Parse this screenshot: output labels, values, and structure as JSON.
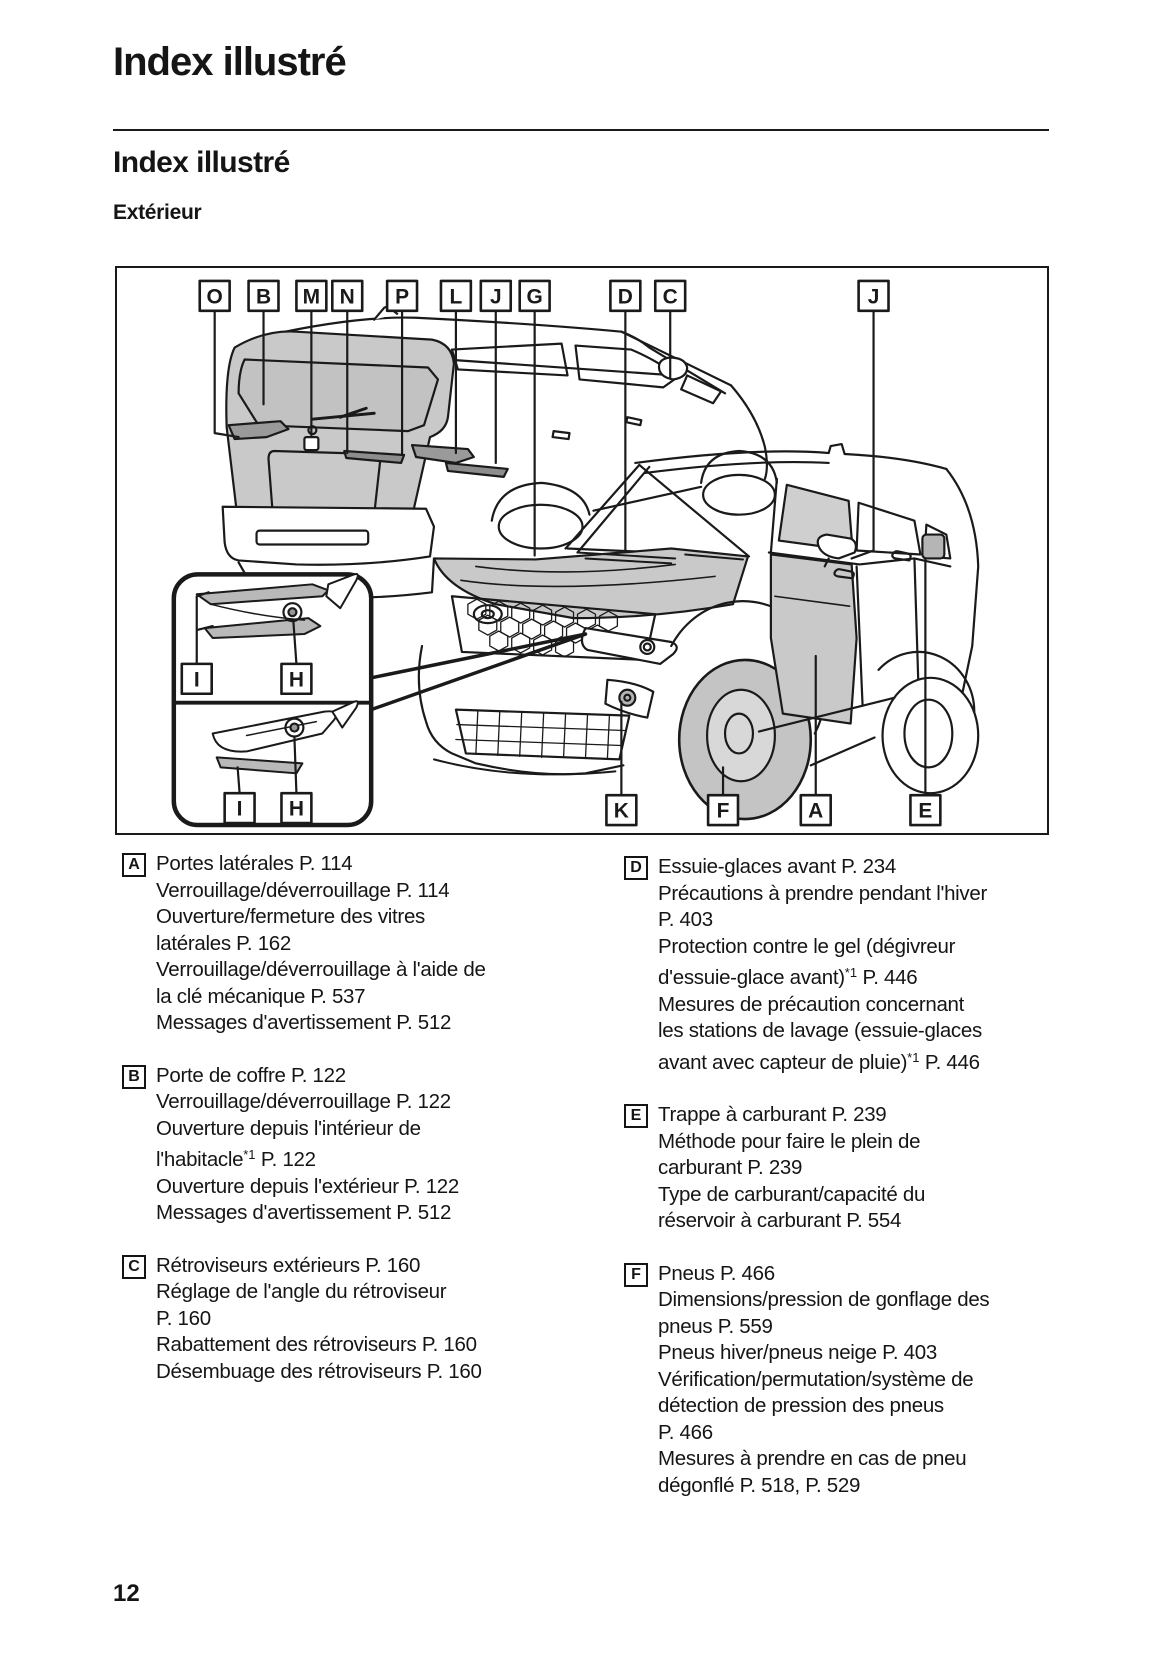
{
  "page": {
    "main_title": "Index illustré",
    "section_title": "Index illustré",
    "subsection_title": "Extérieur",
    "page_number": "12"
  },
  "colors": {
    "line": "#1a1a1a",
    "panel_gray": "#c9c9c9",
    "lamp_gray": "#b9b9b9"
  },
  "diagram": {
    "description": "Two SUV line drawings (rear view with open tailgate, front three-quarter view) with lettered callouts and a headlight inset detail",
    "callouts_top": [
      "O",
      "B",
      "M",
      "N",
      "P",
      "L",
      "J",
      "G",
      "D",
      "C",
      "J"
    ],
    "callouts_bottom": [
      "K",
      "F",
      "A",
      "E"
    ],
    "callouts_inset": [
      "I",
      "H",
      "I",
      "H"
    ]
  },
  "sections": {
    "left": [
      {
        "letter": "A",
        "lines": [
          [
            {
              "t": "Portes latérales P. 114"
            }
          ],
          [
            {
              "t": "Verrouillage/déverrouillage P. 114"
            }
          ],
          [
            {
              "t": "Ouverture/fermeture des vitres"
            }
          ],
          [
            {
              "t": "latérales P. 162"
            }
          ],
          [
            {
              "t": "Verrouillage/déverrouillage à l'aide de"
            }
          ],
          [
            {
              "t": "la clé mécanique P. 537"
            }
          ],
          [
            {
              "t": "Messages d'avertissement P. 512"
            }
          ]
        ]
      },
      {
        "letter": "B",
        "lines": [
          [
            {
              "t": "Porte de coffre P. 122"
            }
          ],
          [
            {
              "t": "Verrouillage/déverrouillage P. 122"
            }
          ],
          [
            {
              "t": "Ouverture depuis l'intérieur de"
            }
          ],
          [
            {
              "t": "l'habitacle"
            },
            {
              "t": "*1",
              "sup": true
            },
            {
              "t": " P. 122"
            }
          ],
          [
            {
              "t": "Ouverture depuis l'extérieur P. 122"
            }
          ],
          [
            {
              "t": "Messages d'avertissement P. 512"
            }
          ]
        ]
      },
      {
        "letter": "C",
        "lines": [
          [
            {
              "t": "Rétroviseurs extérieurs P. 160"
            }
          ],
          [
            {
              "t": "Réglage de l'angle du rétroviseur"
            }
          ],
          [
            {
              "t": "P. 160"
            }
          ],
          [
            {
              "t": "Rabattement des rétroviseurs P. 160"
            }
          ],
          [
            {
              "t": "Désembuage des rétroviseurs P. 160"
            }
          ]
        ]
      }
    ],
    "right": [
      {
        "letter": "D",
        "lines": [
          [
            {
              "t": "Essuie-glaces avant P. 234"
            }
          ],
          [
            {
              "t": "Précautions à prendre pendant l'hiver"
            }
          ],
          [
            {
              "t": "P. 403"
            }
          ],
          [
            {
              "t": "Protection contre le gel (dégivreur"
            }
          ],
          [
            {
              "t": "d'essuie-glace avant)"
            },
            {
              "t": "*1",
              "sup": true
            },
            {
              "t": " P. 446"
            }
          ],
          [
            {
              "t": "Mesures de précaution concernant"
            }
          ],
          [
            {
              "t": "les stations de lavage (essuie-glaces"
            }
          ],
          [
            {
              "t": "avant avec capteur de pluie)"
            },
            {
              "t": "*1",
              "sup": true
            },
            {
              "t": " P. 446"
            }
          ]
        ]
      },
      {
        "letter": "E",
        "lines": [
          [
            {
              "t": "Trappe à carburant P. 239"
            }
          ],
          [
            {
              "t": "Méthode pour faire le plein de"
            }
          ],
          [
            {
              "t": "carburant P. 239"
            }
          ],
          [
            {
              "t": "Type de carburant/capacité du"
            }
          ],
          [
            {
              "t": "réservoir à carburant P. 554"
            }
          ]
        ]
      },
      {
        "letter": "F",
        "lines": [
          [
            {
              "t": "Pneus P. 466"
            }
          ],
          [
            {
              "t": "Dimensions/pression de gonflage des"
            }
          ],
          [
            {
              "t": "pneus P. 559"
            }
          ],
          [
            {
              "t": "Pneus hiver/pneus neige P. 403"
            }
          ],
          [
            {
              "t": "Vérification/permutation/système de"
            }
          ],
          [
            {
              "t": "détection de pression des pneus"
            }
          ],
          [
            {
              "t": "P. 466"
            }
          ],
          [
            {
              "t": "Mesures à prendre en cas de pneu"
            }
          ],
          [
            {
              "t": "dégonflé P. 518, P. 529"
            }
          ]
        ]
      }
    ]
  }
}
